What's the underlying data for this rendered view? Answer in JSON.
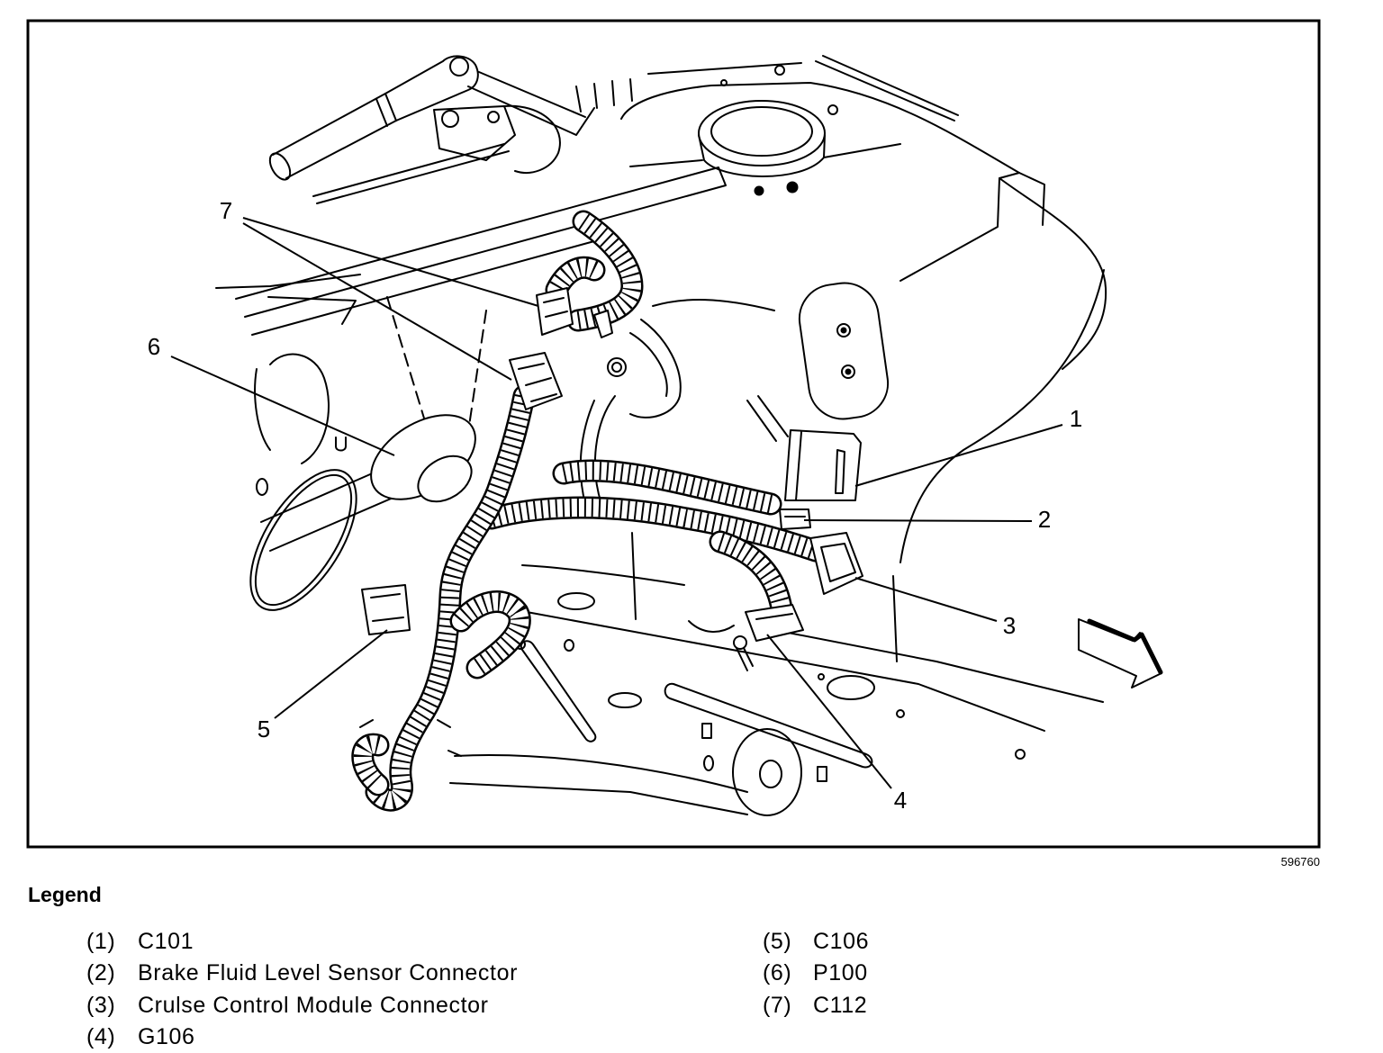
{
  "figure_number": "596760",
  "callouts": [
    "1",
    "2",
    "3",
    "4",
    "5",
    "6",
    "7"
  ],
  "legend": {
    "title": "Legend",
    "items": [
      {
        "number": "(1)",
        "label": "C101"
      },
      {
        "number": "(2)",
        "label": "Brake Fluid Level Sensor Connector"
      },
      {
        "number": "(3)",
        "label": "Crulse Control Module Connector"
      },
      {
        "number": "(4)",
        "label": "G106"
      },
      {
        "number": "(5)",
        "label": "C106"
      },
      {
        "number": "(6)",
        "label": "P100"
      },
      {
        "number": "(7)",
        "label": "C112"
      }
    ]
  }
}
